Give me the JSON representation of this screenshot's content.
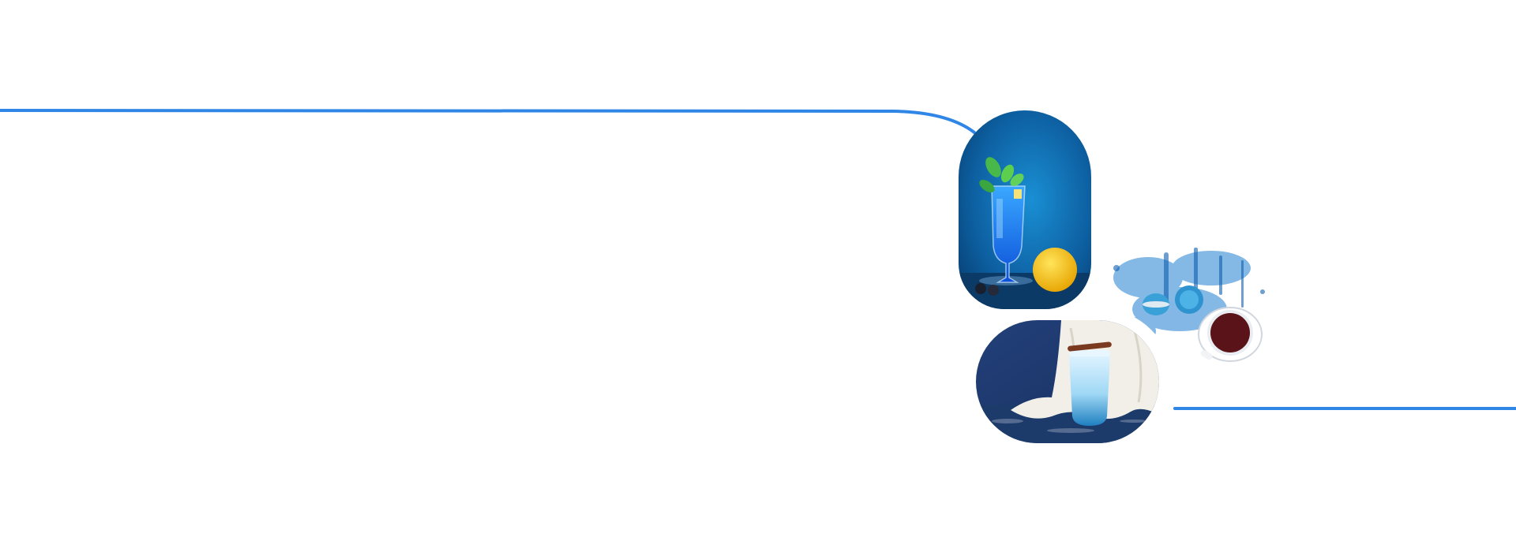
{
  "colors": {
    "accent_line": "#2f86e6",
    "background": "#ffffff"
  },
  "images": {
    "cocktail": {
      "icon": "blue-cocktail-photo"
    },
    "tea": {
      "icon": "tea-with-macarons-photo"
    },
    "latte": {
      "icon": "blue-latte-photo"
    }
  }
}
